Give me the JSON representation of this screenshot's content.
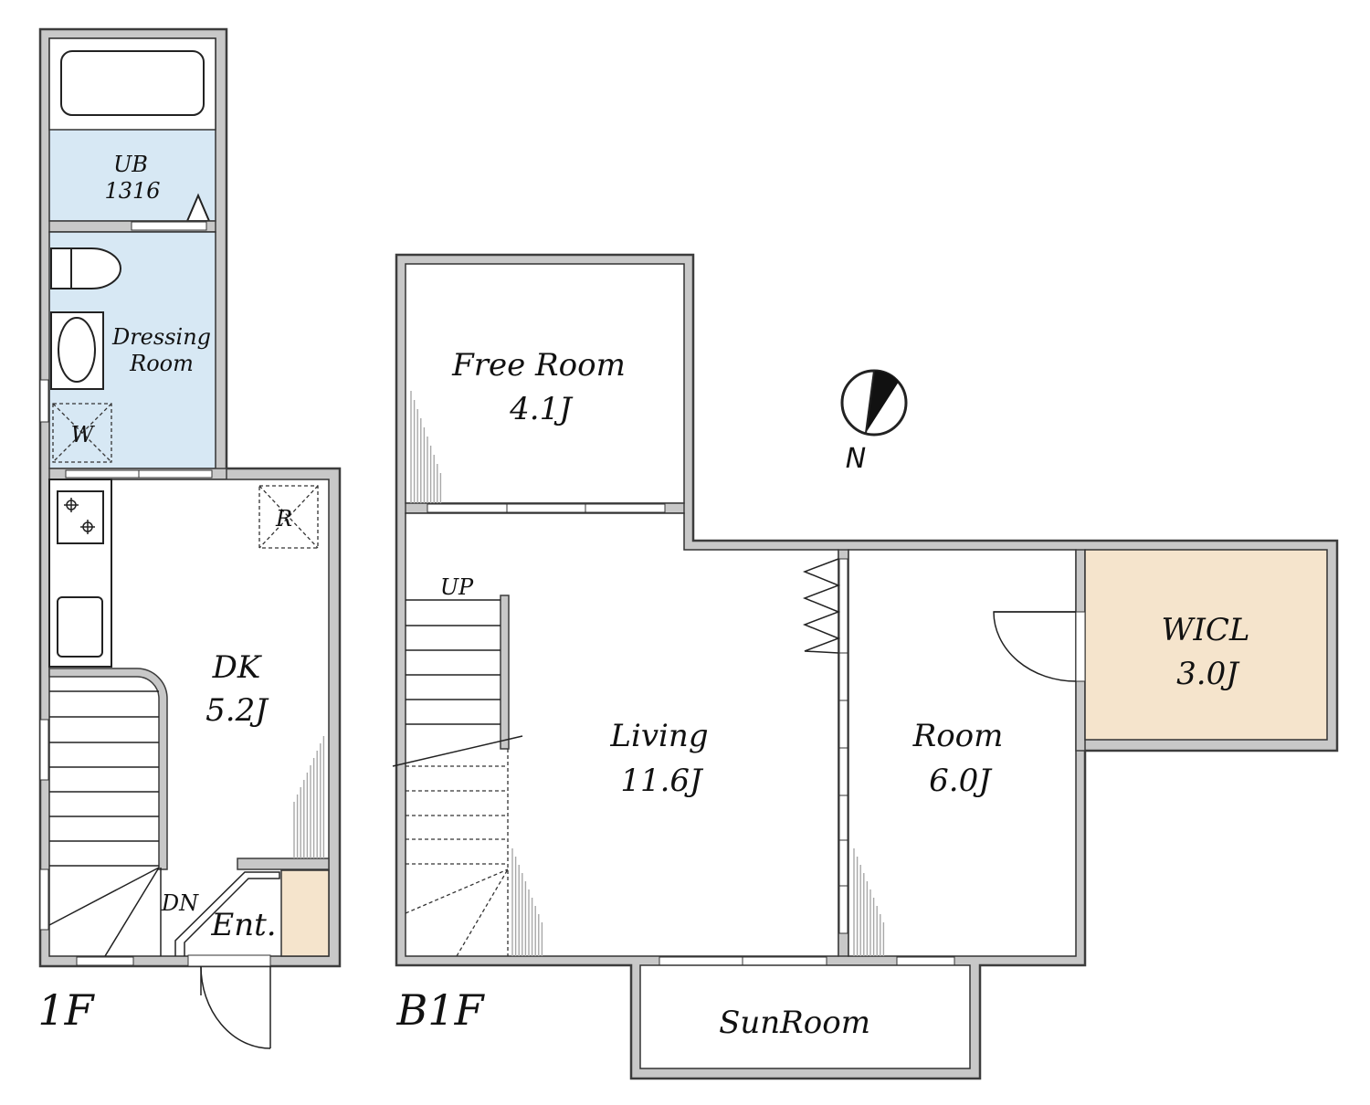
{
  "floors": {
    "first": "1F",
    "basement": "B1F"
  },
  "rooms": {
    "ub": {
      "name": "UB",
      "size": "1316"
    },
    "dressing": {
      "line1": "Dressing",
      "line2": "Room"
    },
    "washer": "W",
    "fridge": "R",
    "dk": {
      "name": "DK",
      "size": "5.2J"
    },
    "entrance": "Ent.",
    "stairs_down": "DN",
    "free_room": {
      "name": "Free Room",
      "size": "4.1J"
    },
    "stairs_up": "UP",
    "living": {
      "name": "Living",
      "size": "11.6J"
    },
    "room": {
      "name": "Room",
      "size": "6.0J"
    },
    "wicl": {
      "name": "WICL",
      "size": "3.0J"
    },
    "sunroom": "SunRoom"
  },
  "compass": {
    "label": "N"
  },
  "colors": {
    "wet_area": "#d7e8f4",
    "closet": "#f5e4cc",
    "wall": "#c8c8c8"
  }
}
